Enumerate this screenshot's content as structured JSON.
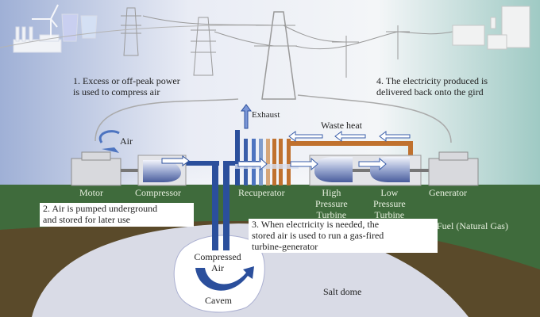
{
  "diagram": {
    "title": "Compressed Air Energy Storage",
    "steps": [
      {
        "id": "step1",
        "line1": "1. Excess or off-peak power",
        "line2": "is used to compress air"
      },
      {
        "id": "step2",
        "line1": "2. Air is pumped underground",
        "line2": "and stored for later use"
      },
      {
        "id": "step3",
        "line1": "3. When electricity is needed, the",
        "line2": "stored air is used to run a gas-fired",
        "line3": "turbine-generator"
      },
      {
        "id": "step4",
        "line1": "4. The electricity produced is",
        "line2": "delivered back onto the gird"
      }
    ],
    "components": {
      "motor": "Motor",
      "compressor": "Compressor",
      "recuperator": "Recuperator",
      "hp_turbine": [
        "High",
        "Pressure",
        "Turbine"
      ],
      "lp_turbine": [
        "Low",
        "Pressure",
        "Turbine"
      ],
      "generator": "Generator"
    },
    "flow_labels": {
      "air": "Air",
      "exhaust": "Exhaust",
      "waste_heat": "Waste heat",
      "fuel": "Fuel (Natural Gas)"
    },
    "underground": {
      "compressed_air": [
        "Compressed",
        "Air"
      ],
      "cavern": "Cavem",
      "salt_dome": "Salt dome"
    },
    "colors": {
      "ground_green": "#3f6b3c",
      "soil_brown": "#5a4a2a",
      "salt_dome": "#d9dbe6",
      "air_blue": "#2b4f9c",
      "heat_orange": "#c0712e",
      "sky_blue": "#b7c3df",
      "sky_teal": "#b9d6d2"
    }
  }
}
